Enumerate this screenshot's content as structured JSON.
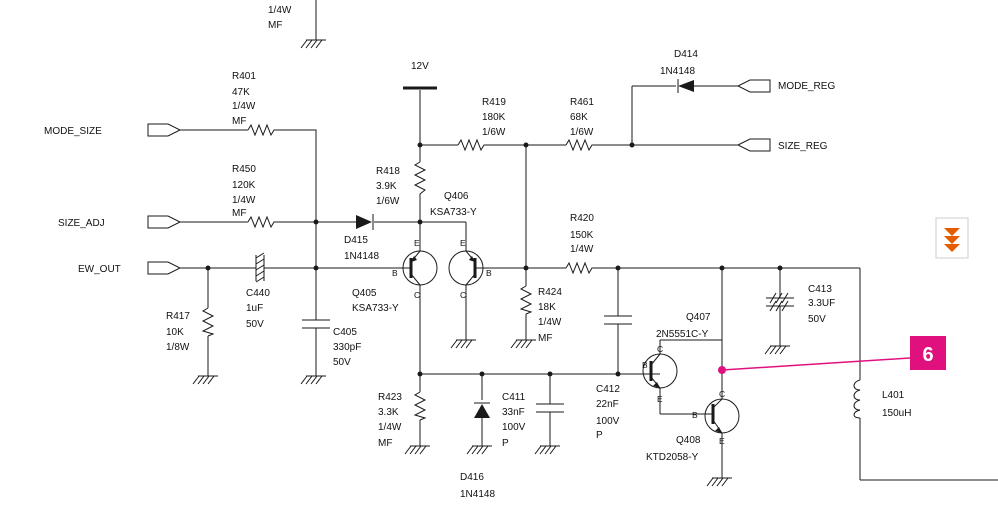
{
  "colors": {
    "wire": "#1a1a1a",
    "callout": "#e0117f",
    "collapse_icon_bg": "#e65c00"
  },
  "supply": {
    "label": "12V"
  },
  "ports": {
    "mode_size": "MODE_SIZE",
    "size_adj": "SIZE_ADJ",
    "ew_out": "EW_OUT",
    "mode_reg": "MODE_REG",
    "size_reg": "SIZE_REG"
  },
  "top_resistor": {
    "spec": "1/4W",
    "type": "MF"
  },
  "components": {
    "r401": {
      "ref": "R401",
      "value": "47K",
      "spec": "1/4W",
      "type": "MF"
    },
    "r450": {
      "ref": "R450",
      "value": "120K",
      "spec": "1/4W",
      "type": "MF"
    },
    "r418": {
      "ref": "R418",
      "value": "3.9K",
      "spec": "1/6W"
    },
    "r419": {
      "ref": "R419",
      "value": "180K",
      "spec": "1/6W"
    },
    "r461": {
      "ref": "R461",
      "value": "68K",
      "spec": "1/6W"
    },
    "r420": {
      "ref": "R420",
      "value": "150K",
      "spec": "1/4W"
    },
    "r424": {
      "ref": "R424",
      "value": "18K",
      "spec": "1/4W",
      "type": "MF"
    },
    "r417": {
      "ref": "R417",
      "value": "10K",
      "spec": "1/8W"
    },
    "r423": {
      "ref": "R423",
      "value": "3.3K",
      "spec": "1/4W",
      "type": "MF"
    },
    "d414": {
      "ref": "D414",
      "value": "1N4148"
    },
    "d415": {
      "ref": "D415",
      "value": "1N4148"
    },
    "d416": {
      "ref": "D416",
      "value": "1N4148"
    },
    "q405": {
      "ref": "Q405",
      "value": "KSA733-Y"
    },
    "q406": {
      "ref": "Q406",
      "value": "KSA733-Y"
    },
    "q407": {
      "ref": "Q407",
      "value": "2N5551C-Y"
    },
    "q408": {
      "ref": "Q408",
      "value": "KTD2058-Y"
    },
    "c440": {
      "ref": "C440",
      "value": "1uF",
      "spec": "50V"
    },
    "c405": {
      "ref": "C405",
      "value": "330pF",
      "spec": "50V"
    },
    "c411": {
      "ref": "C411",
      "value": "33nF",
      "spec": "100V",
      "type": "P"
    },
    "c412": {
      "ref": "C412",
      "value": "22nF",
      "spec": "100V",
      "type": "P"
    },
    "c413": {
      "ref": "C413",
      "value": "3.3UF",
      "spec": "50V"
    },
    "l401": {
      "ref": "L401",
      "value": "150uH"
    }
  },
  "pins": {
    "b": "B",
    "c": "C",
    "e": "E"
  },
  "callout": {
    "number": "6"
  },
  "collapse_icon": {
    "name": "double-chevron-down-icon"
  }
}
